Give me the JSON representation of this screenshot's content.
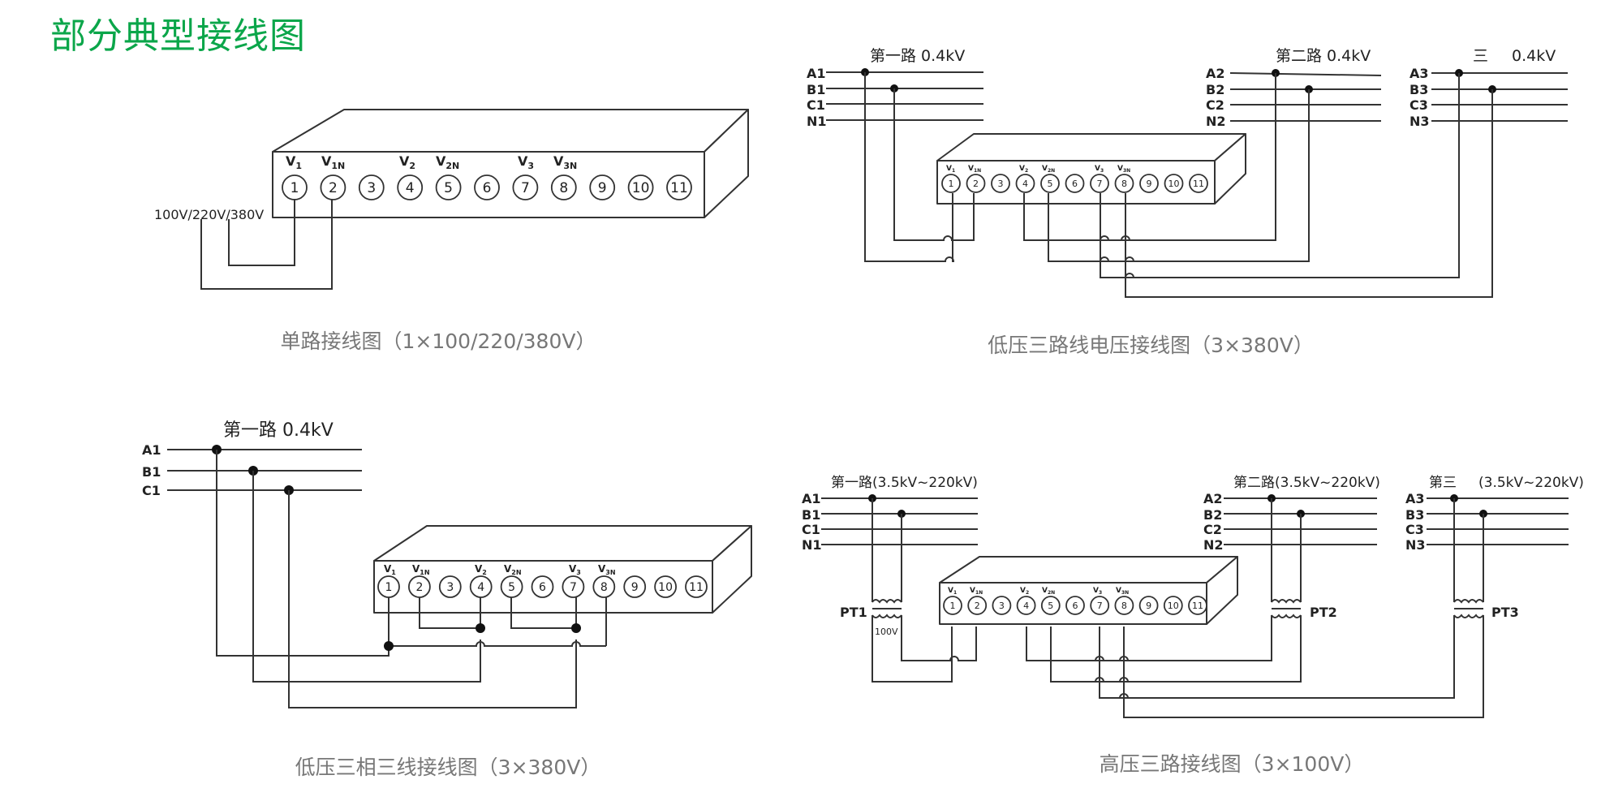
{
  "page_title": "部分典型接线图",
  "colors": {
    "title": "#0ba64a",
    "caption": "#777777",
    "line": "#333333"
  },
  "terminal_numbers": [
    "1",
    "2",
    "3",
    "4",
    "5",
    "6",
    "7",
    "8",
    "9",
    "10",
    "11"
  ],
  "voltage_labels": {
    "v1": {
      "base": "V",
      "sub": "1"
    },
    "v1n": {
      "base": "V",
      "sub": "1N"
    },
    "v2": {
      "base": "V",
      "sub": "2"
    },
    "v2n": {
      "base": "V",
      "sub": "2N"
    },
    "v3": {
      "base": "V",
      "sub": "3"
    },
    "v3n": {
      "base": "V",
      "sub": "3N"
    }
  },
  "diagrams": {
    "single": {
      "caption": "单路接线图（1×100/220/380V）",
      "input_label": "100V/220V/380V"
    },
    "lv_voltage": {
      "caption": "低压三路线电压接线图（3×380V）",
      "group1": {
        "header": "第一路  0.4kV",
        "lines": [
          "A1",
          "B1",
          "C1",
          "N1"
        ]
      },
      "group2": {
        "header": "第二路  0.4kV",
        "lines": [
          "A2",
          "B2",
          "C2",
          "N2"
        ]
      },
      "group3": {
        "header_a": "三",
        "header_b": "0.4kV",
        "lines": [
          "A3",
          "B3",
          "C3",
          "N3"
        ]
      }
    },
    "lv_3phase": {
      "caption": "低压三相三线接线图（3×380V）",
      "group1": {
        "header": "第一路  0.4kV",
        "lines": [
          "A1",
          "B1",
          "C1"
        ]
      }
    },
    "hv": {
      "caption": "高压三路接线图（3×100V）",
      "group1": {
        "header": "第一路(3.5kV~220kV)",
        "lines": [
          "A1",
          "B1",
          "C1",
          "N1"
        ]
      },
      "group2": {
        "header": "第二路(3.5kV~220kV)",
        "lines": [
          "A2",
          "B2",
          "C2",
          "N2"
        ]
      },
      "group3": {
        "header_a": "第三",
        "header_b": "(3.5kV~220kV)",
        "lines": [
          "A3",
          "B3",
          "C3",
          "N3"
        ]
      },
      "pt_labels": [
        "PT1",
        "PT2",
        "PT3"
      ],
      "pt_secondary": "100V"
    }
  }
}
